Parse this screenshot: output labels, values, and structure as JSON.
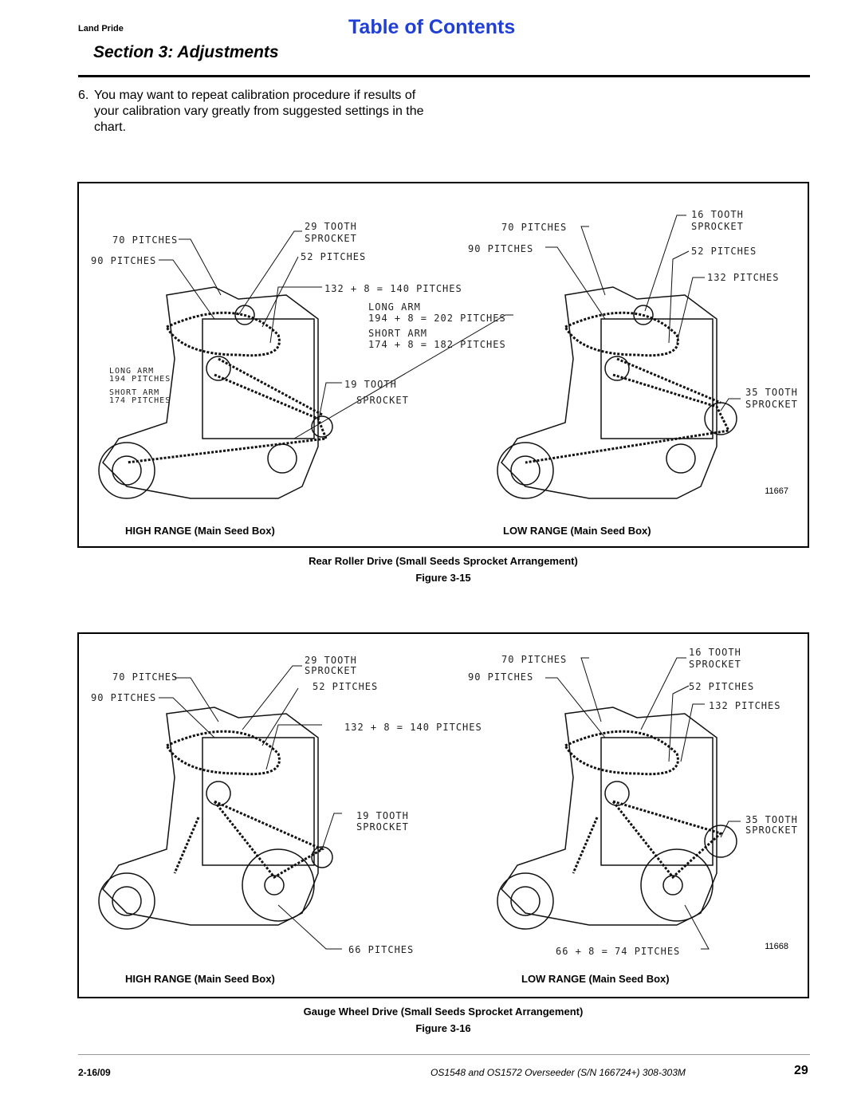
{
  "header": {
    "brand": "Land Pride",
    "toc_link": "Table of Contents",
    "section": "Section 3: Adjustments"
  },
  "step": {
    "number": "6.",
    "text": "You may want to repeat calibration procedure if results of your calibration vary greatly from suggested settings in the chart."
  },
  "figure1": {
    "part_number": "11667",
    "left_label": "HIGH RANGE (Main Seed Box)",
    "right_label": "LOW RANGE (Main Seed Box)",
    "caption": "Rear Roller Drive (Small Seeds Sprocket Arrangement)",
    "figure_label": "Figure 3-15",
    "callouts_left": [
      "70 PITCHES",
      "90 PITCHES",
      "29 TOOTH",
      "SPROCKET",
      "52 PITCHES",
      "132 + 8 = 140 PITCHES",
      "LONG ARM",
      "194 + 8 = 202 PITCHES",
      "SHORT ARM",
      "174 + 8 = 182 PITCHES",
      "LONG ARM",
      "194 PITCHES",
      "SHORT ARM",
      "174 PITCHES",
      "19 TOOTH",
      "SPROCKET"
    ],
    "callouts_right": [
      "70 PITCHES",
      "90 PITCHES",
      "16 TOOTH",
      "SPROCKET",
      "52 PITCHES",
      "132 PITCHES",
      "35 TOOTH",
      "SPROCKET"
    ]
  },
  "figure2": {
    "part_number": "11668",
    "left_label": "HIGH RANGE (Main Seed Box)",
    "right_label": "LOW RANGE (Main Seed Box)",
    "caption": "Gauge Wheel Drive (Small Seeds Sprocket Arrangement)",
    "figure_label": "Figure 3-16",
    "callouts_left": [
      "29 TOOTH",
      "SPROCKET",
      "70 PITCHES",
      "52 PITCHES",
      "90 PITCHES",
      "132 + 8 = 140 PITCHES",
      "19 TOOTH",
      "SPROCKET",
      "66 PITCHES"
    ],
    "callouts_right": [
      "70 PITCHES",
      "16 TOOTH",
      "SPROCKET",
      "90 PITCHES",
      "52 PITCHES",
      "132 PITCHES",
      "35 TOOTH",
      "SPROCKET",
      "66 + 8 = 74 PITCHES"
    ]
  },
  "footer": {
    "date": "2-16/09",
    "manual": "OS1548 and OS1572 Overseeder  (S/N 166724+)  308-303M",
    "page": "29"
  }
}
